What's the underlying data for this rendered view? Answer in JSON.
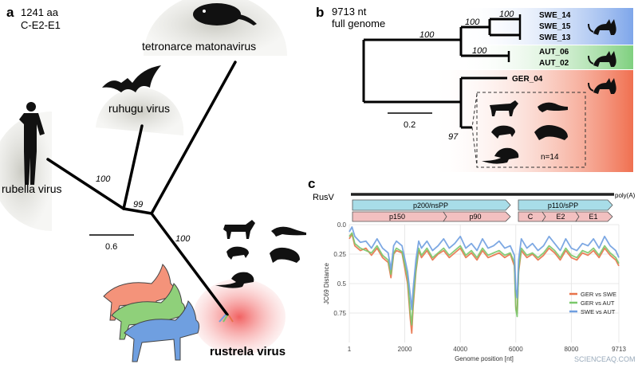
{
  "panel_a": {
    "letter": "a",
    "subtitle_line1": "1241 aa",
    "subtitle_line2": "C-E2-E1",
    "labels": {
      "tetronarce": "tetronarce matonavirus",
      "ruhugu": "ruhugu virus",
      "rubella": "rubella virus",
      "rustrela": "rustrela virus"
    },
    "bootstrap": [
      "100",
      "99",
      "100"
    ],
    "scale": "0.6"
  },
  "panel_b": {
    "letter": "b",
    "subtitle_line1": "9713 nt",
    "subtitle_line2": "full genome",
    "bootstrap": {
      "root": "100",
      "swe": "100",
      "swe_inner": "100",
      "aut": "100",
      "ger": "97"
    },
    "leaves": {
      "swe": [
        "SWE_14",
        "SWE_15",
        "SWE_13"
      ],
      "aut": [
        "AUT_06",
        "AUT_02"
      ],
      "ger": "GER_04"
    },
    "count_label": "n=14",
    "scale": "0.2",
    "colors": {
      "swe": "#8fb3e8",
      "aut": "#8fd58f",
      "ger": "#f08a6a"
    }
  },
  "panel_c": {
    "letter": "c",
    "genome_label": "RusV",
    "polya_label": "poly(A)",
    "proteins": {
      "p200": "p200/nsPP",
      "p150": "p150",
      "p90": "p90",
      "p110": "p110/sPP",
      "c": "C",
      "e2": "E2",
      "e1": "E1"
    },
    "ylabel": "JC69 Distance",
    "xlabel": "Genome position [nt]",
    "watermark": "SCIENCEAQ.COM",
    "colors": {
      "ns_bar": "#a8dde8",
      "prot_bar": "#f2c0c0",
      "bar_stroke": "#555555"
    }
  },
  "chart_data": {
    "type": "line",
    "title": "",
    "xlabel": "Genome position [nt]",
    "ylabel": "JC69 Distance",
    "xlim": [
      1,
      9713
    ],
    "ylim": [
      0,
      1
    ],
    "y_reversed": true,
    "xticks": [
      "1",
      "2000",
      "4000",
      "6000",
      "8000",
      "9713"
    ],
    "xtick_values": [
      1,
      2000,
      4000,
      6000,
      8000,
      9713
    ],
    "yticks": [
      "0.0",
      "0.25",
      "0.5",
      "0.75"
    ],
    "ytick_values": [
      0,
      0.25,
      0.5,
      0.75
    ],
    "grid": true,
    "legend_position": "bottom-right",
    "series": [
      {
        "name": "GER vs SWE",
        "color": "#e8734a",
        "x": [
          1,
          100,
          200,
          400,
          600,
          800,
          1000,
          1200,
          1400,
          1500,
          1600,
          1700,
          1900,
          2100,
          2200,
          2250,
          2300,
          2400,
          2500,
          2600,
          2800,
          3000,
          3200,
          3400,
          3600,
          3800,
          4000,
          4200,
          4400,
          4600,
          4800,
          5000,
          5200,
          5400,
          5600,
          5800,
          5950,
          6000,
          6050,
          6100,
          6200,
          6400,
          6600,
          6800,
          7000,
          7200,
          7400,
          7600,
          7800,
          8000,
          8200,
          8400,
          8600,
          8800,
          9000,
          9200,
          9400,
          9600,
          9713
        ],
        "y": [
          0.12,
          0.08,
          0.18,
          0.22,
          0.2,
          0.26,
          0.2,
          0.28,
          0.32,
          0.45,
          0.25,
          0.22,
          0.24,
          0.5,
          0.8,
          0.92,
          0.7,
          0.4,
          0.22,
          0.28,
          0.22,
          0.3,
          0.25,
          0.22,
          0.28,
          0.24,
          0.2,
          0.28,
          0.24,
          0.3,
          0.22,
          0.28,
          0.26,
          0.24,
          0.28,
          0.25,
          0.35,
          0.7,
          0.75,
          0.4,
          0.22,
          0.28,
          0.25,
          0.3,
          0.26,
          0.2,
          0.24,
          0.3,
          0.22,
          0.28,
          0.3,
          0.24,
          0.26,
          0.22,
          0.28,
          0.2,
          0.26,
          0.3,
          0.35
        ]
      },
      {
        "name": "GER vs AUT",
        "color": "#7ac86a",
        "x": [
          1,
          100,
          200,
          400,
          600,
          800,
          1000,
          1200,
          1400,
          1500,
          1600,
          1700,
          1900,
          2100,
          2200,
          2250,
          2300,
          2400,
          2500,
          2600,
          2800,
          3000,
          3200,
          3400,
          3600,
          3800,
          4000,
          4200,
          4400,
          4600,
          4800,
          5000,
          5200,
          5400,
          5600,
          5800,
          5950,
          6000,
          6050,
          6100,
          6200,
          6400,
          6600,
          6800,
          7000,
          7200,
          7400,
          7600,
          7800,
          8000,
          8200,
          8400,
          8600,
          8800,
          9000,
          9200,
          9400,
          9600,
          9713
        ],
        "y": [
          0.1,
          0.07,
          0.16,
          0.2,
          0.22,
          0.24,
          0.18,
          0.26,
          0.3,
          0.42,
          0.24,
          0.2,
          0.23,
          0.45,
          0.75,
          0.85,
          0.65,
          0.38,
          0.2,
          0.26,
          0.2,
          0.28,
          0.24,
          0.2,
          0.26,
          0.22,
          0.18,
          0.26,
          0.22,
          0.28,
          0.2,
          0.26,
          0.24,
          0.22,
          0.26,
          0.24,
          0.32,
          0.72,
          0.78,
          0.38,
          0.2,
          0.26,
          0.24,
          0.28,
          0.24,
          0.18,
          0.22,
          0.28,
          0.2,
          0.26,
          0.28,
          0.22,
          0.24,
          0.2,
          0.26,
          0.18,
          0.24,
          0.28,
          0.33
        ]
      },
      {
        "name": "SWE vs AUT",
        "color": "#6f9fe0",
        "x": [
          1,
          100,
          200,
          400,
          600,
          800,
          1000,
          1200,
          1400,
          1500,
          1600,
          1700,
          1900,
          2100,
          2200,
          2250,
          2300,
          2400,
          2500,
          2600,
          2800,
          3000,
          3200,
          3400,
          3600,
          3800,
          4000,
          4200,
          4400,
          4600,
          4800,
          5000,
          5200,
          5400,
          5600,
          5800,
          5950,
          6000,
          6050,
          6100,
          6200,
          6400,
          6600,
          6800,
          7000,
          7200,
          7400,
          7600,
          7800,
          8000,
          8200,
          8400,
          8600,
          8800,
          9000,
          9200,
          9400,
          9600,
          9713
        ],
        "y": [
          0.06,
          0.02,
          0.1,
          0.15,
          0.14,
          0.2,
          0.12,
          0.2,
          0.24,
          0.38,
          0.18,
          0.14,
          0.18,
          0.4,
          0.6,
          0.72,
          0.55,
          0.3,
          0.14,
          0.2,
          0.14,
          0.22,
          0.18,
          0.12,
          0.2,
          0.16,
          0.1,
          0.2,
          0.16,
          0.22,
          0.12,
          0.2,
          0.18,
          0.14,
          0.2,
          0.18,
          0.26,
          0.55,
          0.62,
          0.3,
          0.12,
          0.2,
          0.16,
          0.22,
          0.18,
          0.1,
          0.16,
          0.22,
          0.12,
          0.2,
          0.22,
          0.16,
          0.18,
          0.12,
          0.2,
          0.1,
          0.18,
          0.22,
          0.28
        ]
      }
    ]
  }
}
